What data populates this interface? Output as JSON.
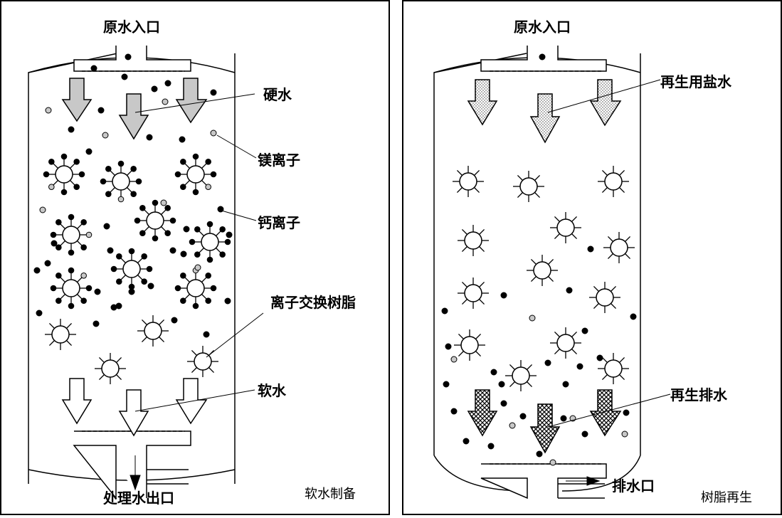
{
  "left_panel": {
    "inlet_label": "原水入口",
    "hard_water_label": "硬水",
    "magnesium_label": "镁离子",
    "calcium_label": "钙离子",
    "resin_label": "离子交换树脂",
    "soft_water_label": "软水",
    "outlet_label": "处理水出口",
    "caption": "软水制备"
  },
  "right_panel": {
    "inlet_label": "原水入口",
    "brine_label": "再生用盐水",
    "regen_drain_label": "再生排水",
    "drain_outlet_label": "排水口",
    "caption": "树脂再生"
  },
  "colors": {
    "line": "#000000",
    "hard_arrow_fill": "#c8c8c8",
    "magnesium_fill": "#c8c8c8",
    "calcium_fill": "#000000",
    "background": "#ffffff"
  }
}
